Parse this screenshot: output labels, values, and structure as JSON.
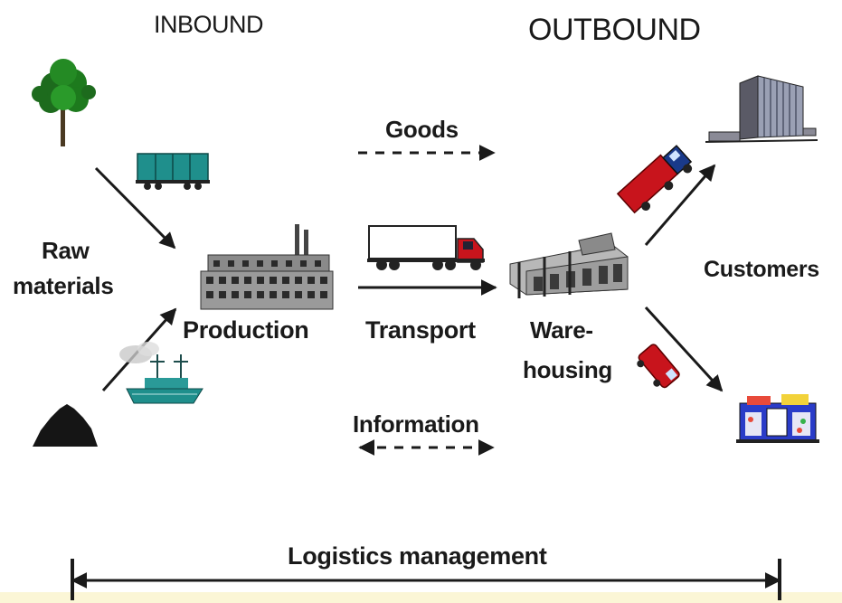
{
  "headers": {
    "inbound": "INBOUND",
    "outbound": "OUTBOUND"
  },
  "labels": {
    "raw_materials_line1": "Raw",
    "raw_materials_line2": "materials",
    "production": "Production",
    "transport": "Transport",
    "warehousing_line1": "Ware-",
    "warehousing_line2": "housing",
    "customers": "Customers",
    "goods": "Goods",
    "information": "Information",
    "logistics_management": "Logistics management"
  },
  "icons": [
    "tree-icon",
    "freight-railcar-icon",
    "ore-pile-icon",
    "cargo-ship-icon",
    "factory-icon",
    "semi-truck-icon",
    "warehouse-icon",
    "red-truck-icon",
    "red-van-icon",
    "office-building-icon",
    "retail-store-icon"
  ],
  "colors": {
    "teal": "#1f8f8c",
    "truck_red": "#c8141c",
    "store_blue": "#2a3cc8",
    "text": "#1a1a1a",
    "footer_band": "#fbf6d6"
  }
}
